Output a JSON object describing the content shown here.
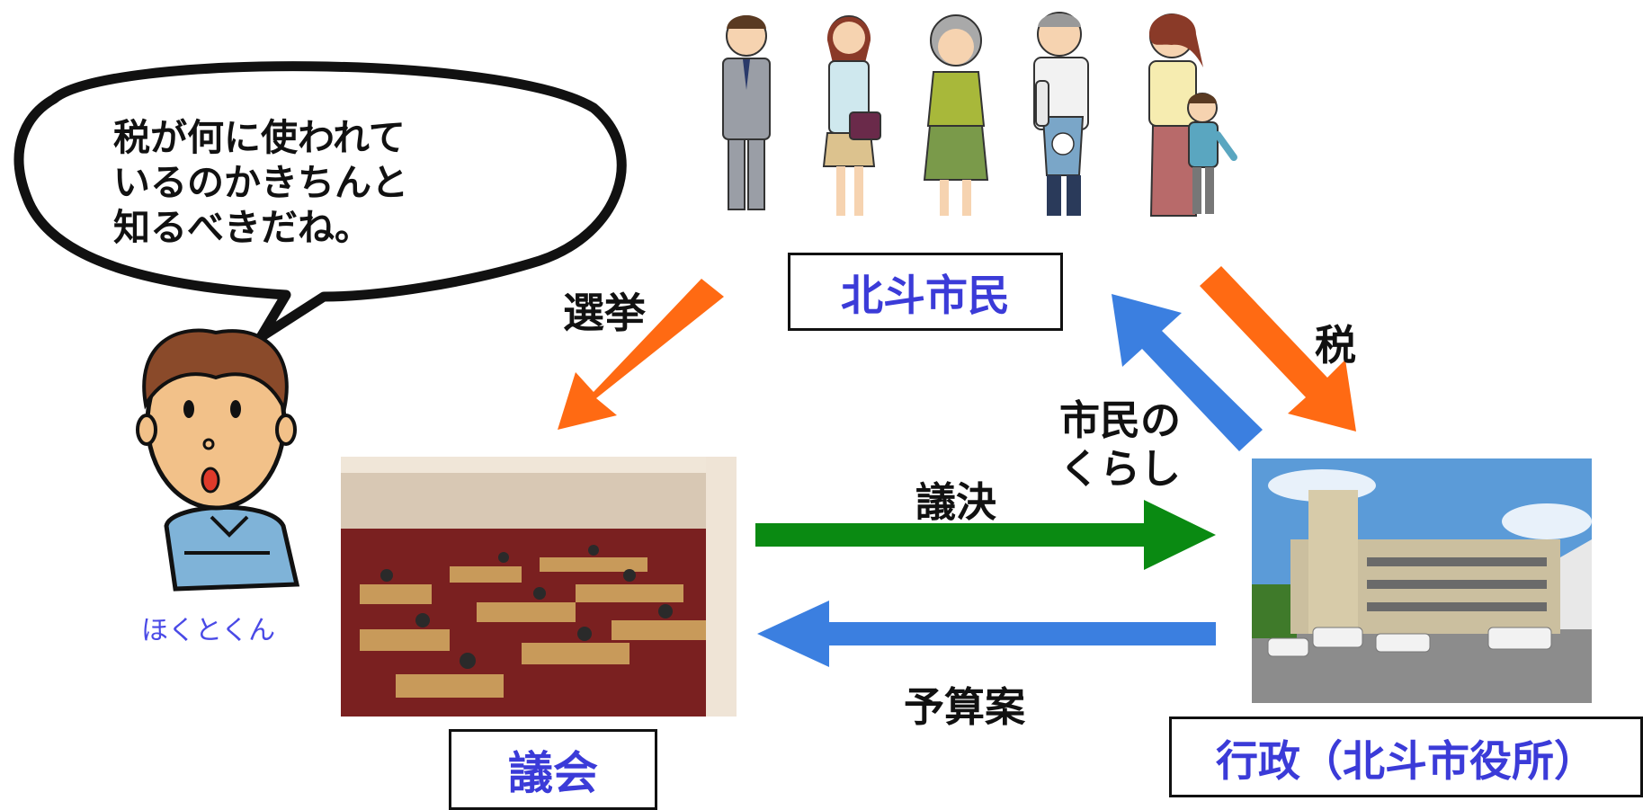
{
  "speech_bubble": {
    "lines": [
      "税が何に使われて",
      "いるのかきちんと",
      "知るべきだね。"
    ]
  },
  "mascot": {
    "name": "ほくとくん"
  },
  "nodes": {
    "citizens": "北斗市民",
    "assembly": "議会",
    "administration": "行政（北斗市役所）"
  },
  "edges": {
    "election": "選挙",
    "tax": "税",
    "life_line1": "市民の",
    "life_line2": "くらし",
    "resolution": "議決",
    "budget": "予算案"
  },
  "colors": {
    "orange": "#ff6a13",
    "blue": "#3b7fe0",
    "green": "#0a8a12",
    "label_blue": "#3b3bd8"
  }
}
